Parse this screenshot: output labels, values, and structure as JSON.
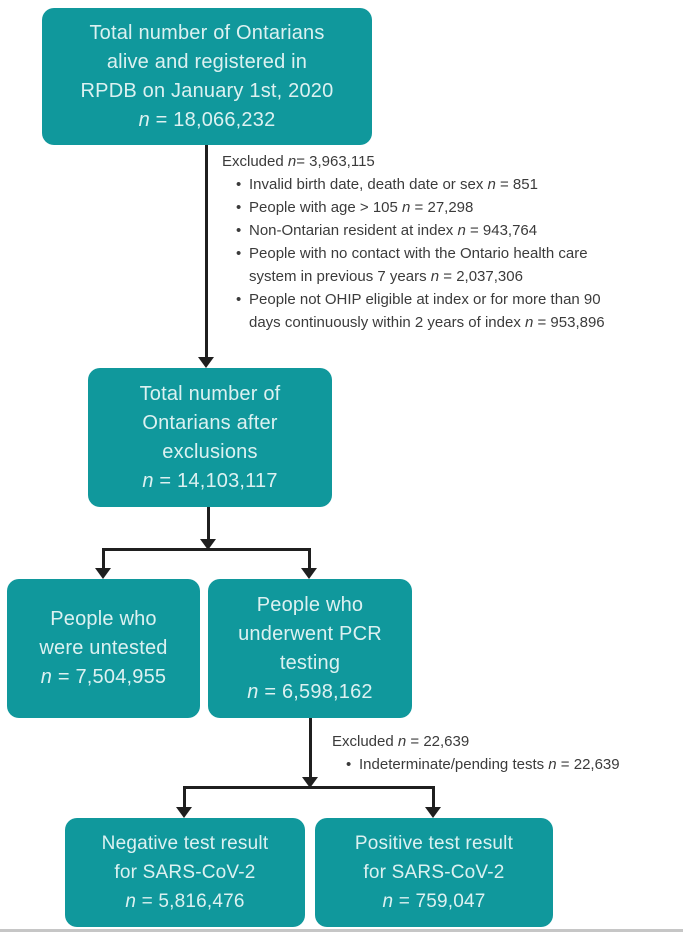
{
  "diagram": {
    "type": "study-flowchart",
    "colors": {
      "node_fill": "#10989c",
      "node_text": "#dcf1f1",
      "arrow": "#1f1f1f",
      "note_text": "#3b3b3b",
      "bottom_rule": "#c6c6c6"
    },
    "bullet_char": "•",
    "nodes": {
      "total": {
        "lines": [
          "Total number of Ontarians",
          "alive and registered in",
          "RPDB on January 1st, 2020"
        ],
        "n": "n",
        "value": " = 18,066,232"
      },
      "after_exclusions": {
        "lines": [
          "Total number of",
          "Ontarians after",
          "exclusions"
        ],
        "n": "n",
        "value": " = 14,103,117"
      },
      "untested": {
        "lines": [
          "People who",
          "were untested"
        ],
        "n": "n",
        "value": " = 7,504,955"
      },
      "pcr_tested": {
        "lines": [
          "People who",
          "underwent PCR",
          "testing"
        ],
        "n": "n",
        "value": " = 6,598,162"
      },
      "negative": {
        "lines": [
          "Negative test result",
          "for SARS-CoV-2"
        ],
        "n": "n",
        "value": " = 5,816,476"
      },
      "positive": {
        "lines": [
          "Positive test result",
          "for SARS-CoV-2"
        ],
        "n": "n",
        "value": " = 759,047"
      }
    },
    "exclusions1": {
      "header": {
        "pre": "Excluded ",
        "n": "n",
        "rest": "= 3,963,115"
      },
      "bullets": [
        {
          "text": "Invalid birth date, death date or sex ",
          "n": "n",
          "rest": " = 851"
        },
        {
          "text": "People with age > 105 ",
          "n": "n",
          "rest": " = 27,298"
        },
        {
          "text": "Non-Ontarian resident at index ",
          "n": "n",
          "rest": " = 943,764"
        },
        {
          "text": "People with no contact with the Ontario health care system in previous 7 years ",
          "n": "n",
          "rest": " = 2,037,306"
        },
        {
          "text": "People not OHIP eligible at index or for more than 90 days continuously within 2 years of index ",
          "n": "n",
          "rest": " = 953,896"
        }
      ]
    },
    "exclusions2": {
      "header": {
        "pre": "Excluded ",
        "n": "n",
        "rest": " = 22,639"
      },
      "bullets": [
        {
          "text": "Indeterminate/pending tests ",
          "n": "n",
          "rest": " = 22,639"
        }
      ]
    }
  }
}
